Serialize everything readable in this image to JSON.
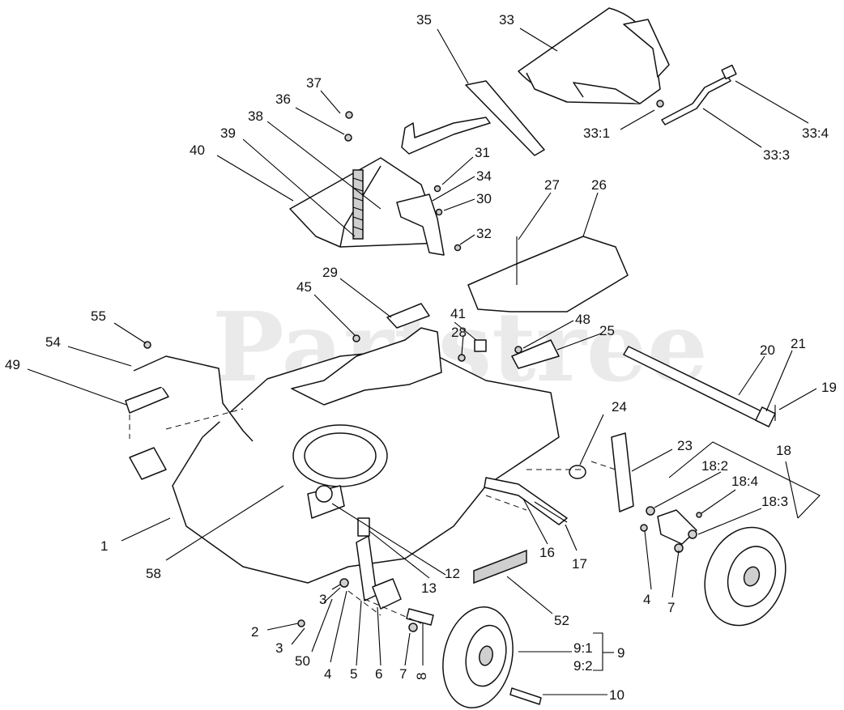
{
  "watermark": "Partstree",
  "callouts": {
    "c1": "1",
    "c2": "2",
    "c3a": "3",
    "c3b": "3",
    "c4a": "4",
    "c4b": "4",
    "c5": "5",
    "c6": "6",
    "c7a": "7",
    "c7b": "7",
    "c8": "8",
    "c9": "9",
    "c9_1": "9:1",
    "c9_2": "9:2",
    "c10": "10",
    "c12": "12",
    "c13": "13",
    "c16": "16",
    "c17": "17",
    "c18": "18",
    "c18_2": "18:2",
    "c18_3": "18:3",
    "c18_4": "18:4",
    "c19": "19",
    "c20": "20",
    "c21": "21",
    "c23": "23",
    "c24": "24",
    "c25": "25",
    "c26": "26",
    "c27": "27",
    "c28": "28",
    "c29": "29",
    "c30": "30",
    "c31": "31",
    "c32": "32",
    "c33": "33",
    "c33_1": "33:1",
    "c33_3": "33:3",
    "c33_4": "33:4",
    "c34": "34",
    "c35": "35",
    "c36": "36",
    "c37": "37",
    "c38": "38",
    "c39": "39",
    "c40": "40",
    "c41": "41",
    "c45": "45",
    "c48": "48",
    "c49": "49",
    "c50": "50",
    "c52": "52",
    "c54": "54",
    "c55": "55",
    "c58": "58"
  }
}
